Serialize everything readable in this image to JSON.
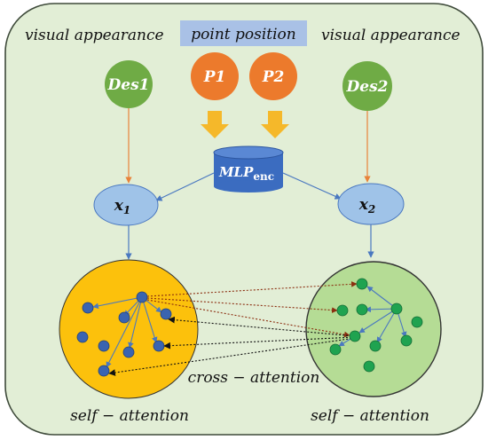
{
  "labels": {
    "visual_left": "visual appearance",
    "visual_right": "visual appearance",
    "point_position": "point position",
    "p1": "P1",
    "p2": "P2",
    "des1": "Des1",
    "des2": "Des2",
    "mlp_main": "MLP",
    "mlp_sub": "enc",
    "x1_main": "x",
    "x1_sub": "1",
    "x2_main": "x",
    "x2_sub": "2",
    "cross_attention": "cross − attention",
    "self_attention_left": "self − attention",
    "self_attention_right": "self − attention"
  },
  "colors": {
    "panel_bg": "#e2eed6",
    "panel_border": "#3e4a3a",
    "banner_bg": "#a9c1e6",
    "p_node": "#ec7a2c",
    "des_node": "#6fab45",
    "arrow_yellow": "#f5b82a",
    "x_node": "#9fc3e8",
    "mlp": "#3b6cc0",
    "left_circle": "#fcc10c",
    "right_circle": "#b5dc95",
    "blue_dot": "#3a64b0",
    "green_dot": "#1fa350"
  }
}
